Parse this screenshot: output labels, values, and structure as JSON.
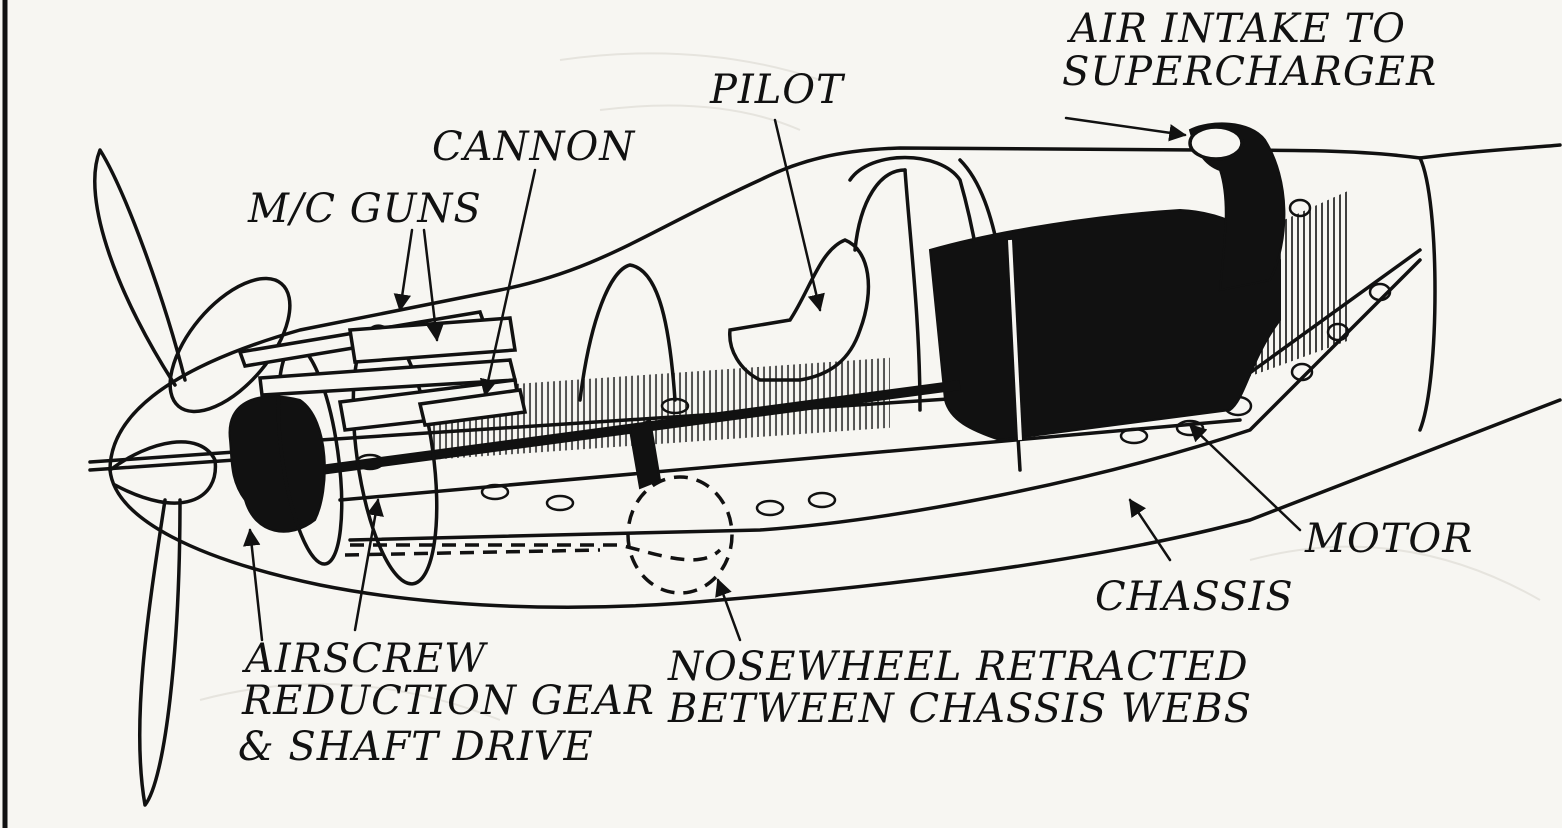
{
  "labels": {
    "air_intake_line1": "AIR INTAKE TO",
    "air_intake_line2": "SUPERCHARGER",
    "pilot": "PILOT",
    "cannon": "CANNON",
    "mc_guns": "M/C GUNS",
    "motor": "MOTOR",
    "chassis": "CHASSIS",
    "airscrew_line1": "AIRSCREW",
    "airscrew_line2": "REDUCTION GEAR",
    "airscrew_line3": "& SHAFT DRIVE",
    "nosewheel_line1": "NOSEWHEEL RETRACTED",
    "nosewheel_line2": "BETWEEN CHASSIS WEBS"
  },
  "colors": {
    "paper": "#f7f6f2",
    "ink": "#111111"
  }
}
